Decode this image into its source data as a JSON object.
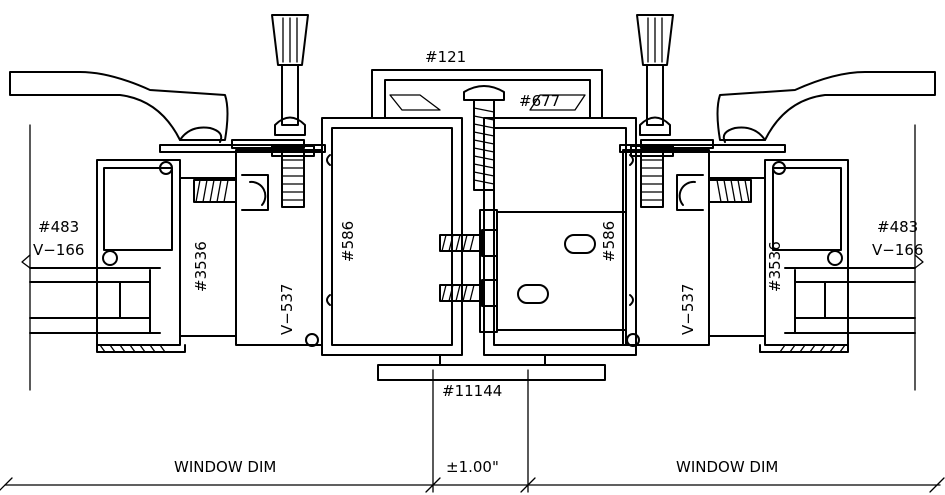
{
  "labels": {
    "part_121": "#121",
    "part_677": "#677",
    "part_483_left": "#483",
    "v166_left": "V−166",
    "part_483_right": "#483",
    "v166_right": "V−166",
    "part_3536_left": "#3536",
    "part_3536_right": "#3536",
    "part_586_left": "#586",
    "part_586_right": "#586",
    "v537_left": "V−537",
    "v537_right": "V−537",
    "part_11144": "#11144"
  },
  "dimensions": {
    "window_dim_left": "WINDOW DIM",
    "gap": "±1.00\"",
    "window_dim_right": "WINDOW DIM"
  }
}
